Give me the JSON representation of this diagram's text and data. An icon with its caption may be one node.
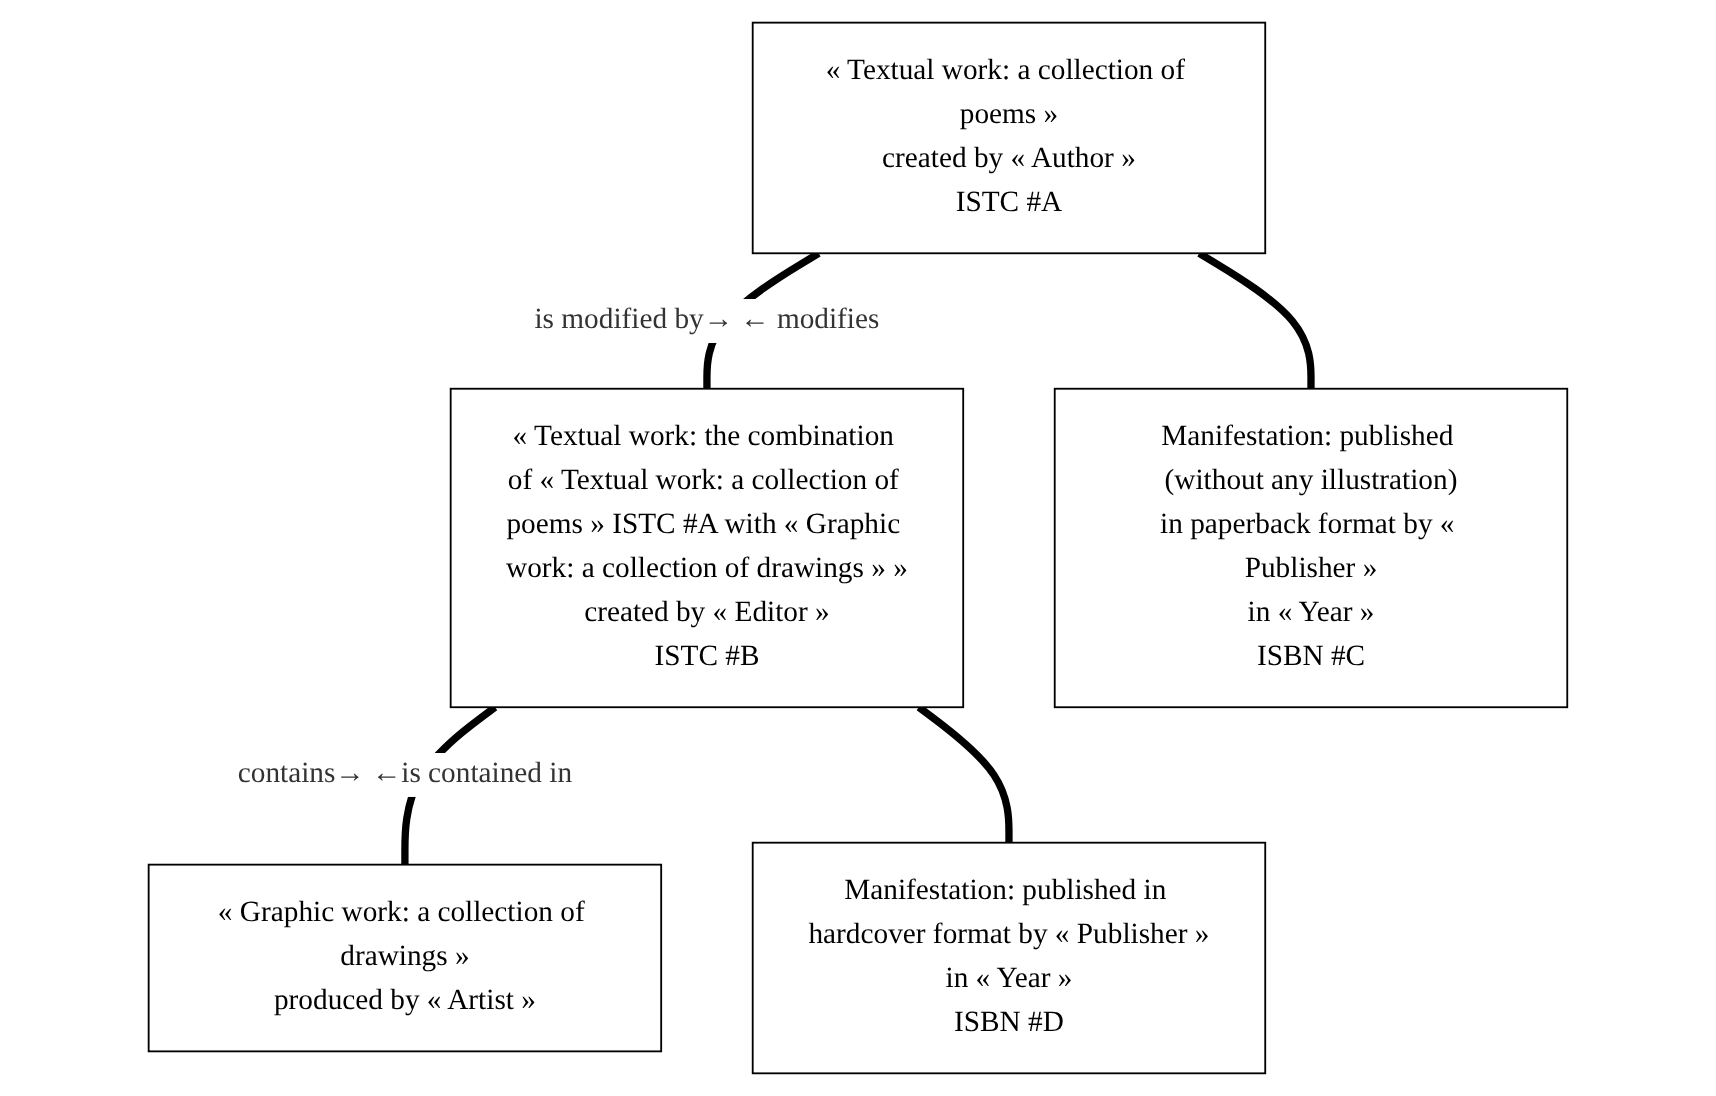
{
  "diagram": {
    "nodes": [
      {
        "text": [
          "« Textual work: a collection of poems »",
          "created by « Author »",
          "ISTC #A"
        ]
      },
      {
        "text": [
          "« Textual work: the combination of « Textual work: a collection of poems » ISTC #A with « Graphic work: a collection of drawings » »",
          "created by « Editor »",
          "ISTC #B"
        ]
      },
      {
        "text": [
          "« Graphic work: a collection of drawings »",
          "produced by « Artist »"
        ]
      },
      {
        "text": [
          "Manifestation: published (without any illustration)",
          "in paperback format by « Publisher »",
          "in « Year »",
          "ISBN #C"
        ]
      },
      {
        "text": [
          "Manifestation: published in hardcover format by « Publisher »",
          "in « Year »",
          "ISBN #D"
        ]
      }
    ],
    "edges": [
      {
        "from": 0,
        "to": 1,
        "arrow": "none",
        "label": "is modified by→ ← modifies"
      },
      {
        "from": 1,
        "to": 2,
        "arrow": "none",
        "label": "contains→ ←is contained in"
      },
      {
        "from": 0,
        "to": 3,
        "arrow": "none"
      },
      {
        "from": 1,
        "to": 4,
        "arrow": "none"
      }
    ]
  }
}
